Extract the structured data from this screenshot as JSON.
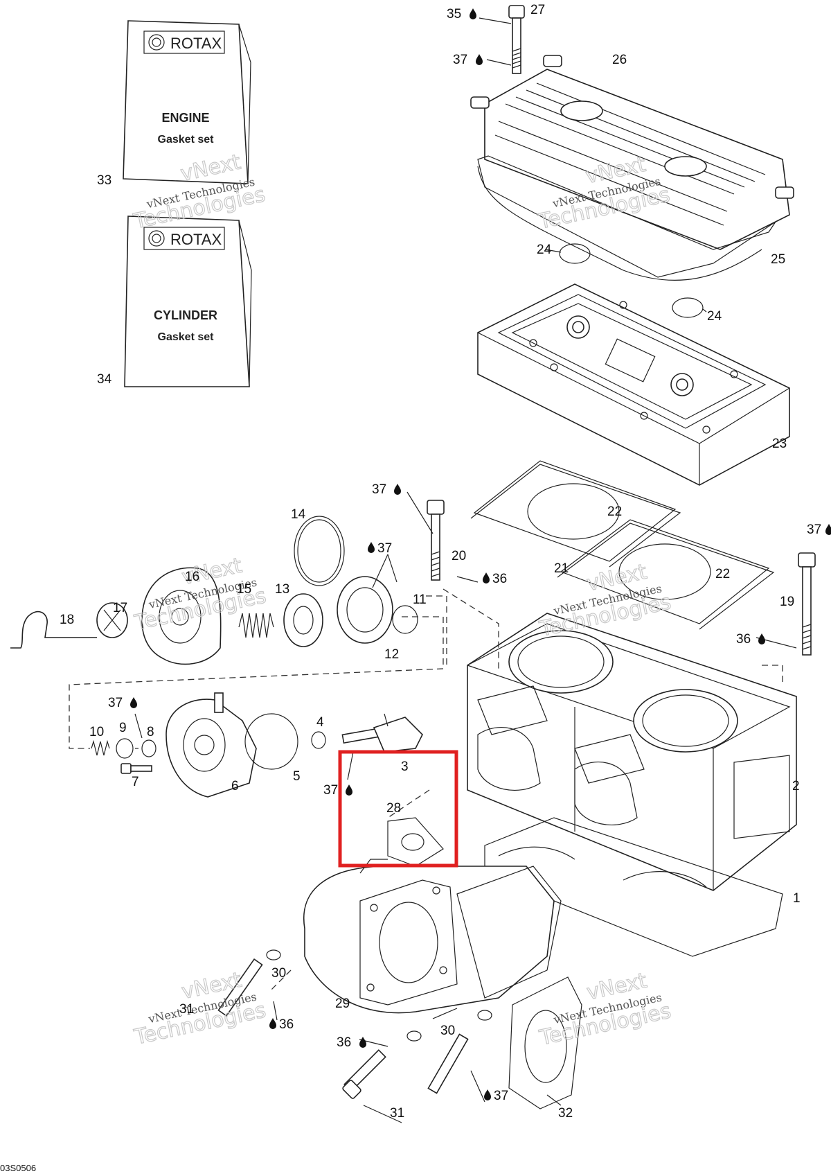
{
  "kits": [
    {
      "brand": "ROTAX",
      "line1": "ENGINE",
      "line2": "Gasket set",
      "number": "33"
    },
    {
      "brand": "ROTAX",
      "line1": "CYLINDER",
      "line2": "Gasket set",
      "number": "34"
    }
  ],
  "labels": {
    "p1": "1",
    "p2": "2",
    "p3": "3",
    "p4": "4",
    "p5": "5",
    "p6": "6",
    "p7": "7",
    "p8": "8",
    "p9": "9",
    "p10": "10",
    "p11": "11",
    "p12": "12",
    "p13": "13",
    "p14": "14",
    "p15": "15",
    "p16": "16",
    "p17": "17",
    "p18": "18",
    "p19": "19",
    "p20": "20",
    "p21": "21",
    "p22a": "22",
    "p22b": "22",
    "p23": "23",
    "p24a": "24",
    "p24b": "24",
    "p25": "25",
    "p26": "26",
    "p27": "27",
    "p28": "28",
    "p29": "29",
    "p30a": "30",
    "p30b": "30",
    "p31a": "31",
    "p31b": "31",
    "p32": "32",
    "c35": "35",
    "c36a": "36",
    "c36b": "36",
    "c36c": "36",
    "c36d": "36",
    "c37a": "37",
    "c37b": "37",
    "c37c": "37",
    "c37d": "37",
    "c37e": "37",
    "c37f": "37",
    "c37g": "37"
  },
  "watermark": {
    "line1": "vNext Technologies",
    "line2": "vNext",
    "line3": "Technologies"
  },
  "diagram_code": "03S0506",
  "highlight": {
    "part": "28",
    "color": "#e02020"
  },
  "colors": {
    "line": "#222222",
    "highlight": "#e02020"
  }
}
